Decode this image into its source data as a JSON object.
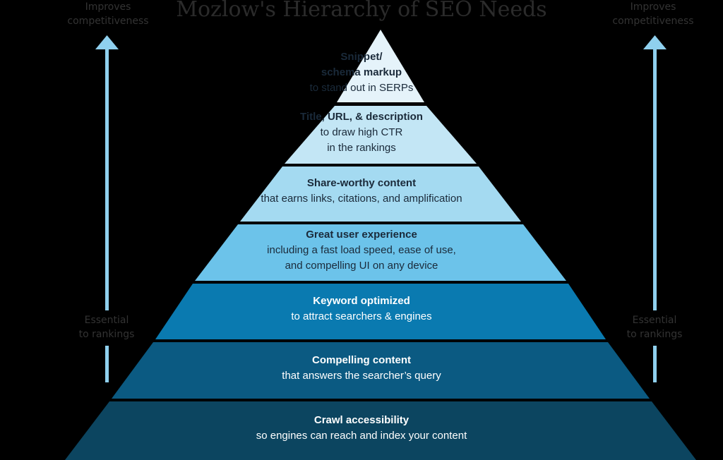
{
  "title": "Mozlow's Hierarchy of SEO Needs",
  "left_top_label": [
    "Improves",
    "competitiveness"
  ],
  "left_bottom_label": [
    "Essential",
    "to rankings"
  ],
  "right_top_label": [
    "Improves",
    "competitiveness"
  ],
  "right_bottom_label": [
    "Essential",
    "to rankings"
  ],
  "tiers": [
    {
      "heading": [
        "Snippet/",
        "schema markup"
      ],
      "sub": [
        "to stand out in SERPs"
      ],
      "color": "#e5f3fa",
      "text_color": "#1a2a3a"
    },
    {
      "heading": [
        "Title, URL, & description"
      ],
      "sub": [
        "to draw high CTR",
        "in the rankings"
      ],
      "color": "#c3e6f5",
      "text_color": "#1a2a3a"
    },
    {
      "heading": [
        "Share-worthy content"
      ],
      "sub": [
        "that earns links, citations, and amplification"
      ],
      "color": "#a4daf1",
      "text_color": "#1a2a3a"
    },
    {
      "heading": [
        "Great user experience"
      ],
      "sub": [
        "including a fast load speed, ease of use,",
        "and compelling UI on any device"
      ],
      "color": "#6cc3ea",
      "text_color": "#1a2a3a"
    },
    {
      "heading": [
        "Keyword optimized"
      ],
      "sub": [
        "to attract searchers & engines"
      ],
      "color": "#0a7ab0",
      "text_color": "#ffffff"
    },
    {
      "heading": [
        "Compelling content"
      ],
      "sub": [
        "that answers the searcher’s query"
      ],
      "color": "#0b5a82",
      "text_color": "#ffffff"
    },
    {
      "heading": [
        "Crawl accessibility"
      ],
      "sub": [
        "so engines can reach and index your content"
      ],
      "color": "#0c4560",
      "text_color": "#ffffff"
    }
  ],
  "arrow_color": "#8fd0ee"
}
